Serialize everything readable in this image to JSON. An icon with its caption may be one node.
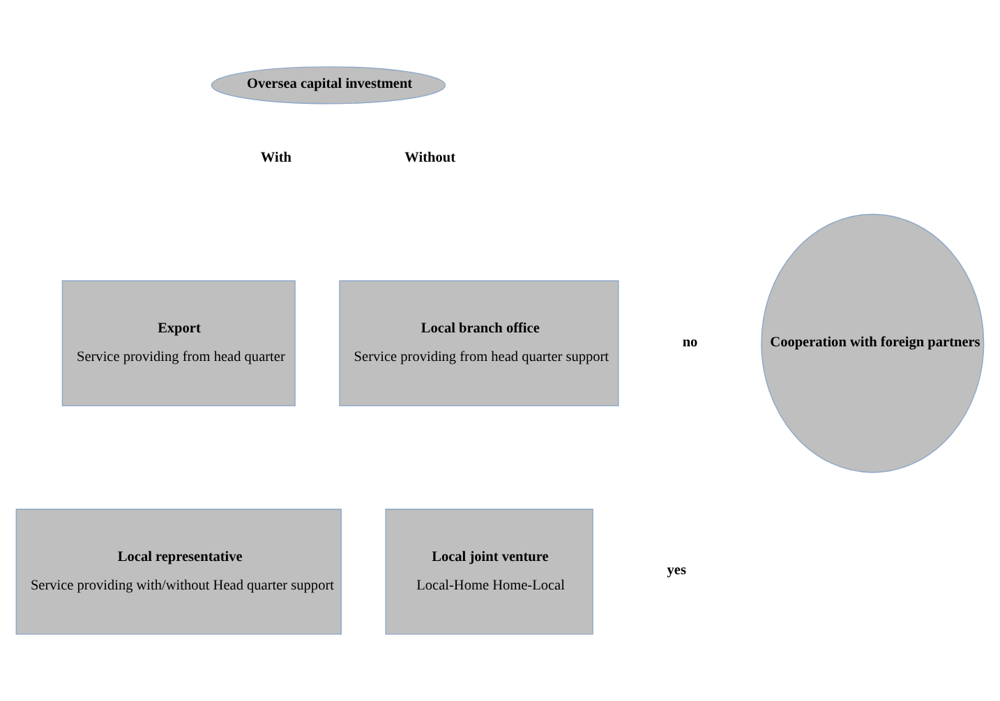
{
  "diagram": {
    "nodes": [
      {
        "text": [
          "Oversea capital investment"
        ]
      },
      {
        "text": [
          "Export",
          "Service providing from head quarter"
        ]
      },
      {
        "text": [
          "Local branch office",
          "Service providing from head quarter support"
        ]
      },
      {
        "text": [
          "Local representative",
          "Service providing with/without Head quarter support"
        ]
      },
      {
        "text": [
          "Local joint venture",
          "Local-Home Home-Local"
        ]
      },
      {
        "text": [
          "Cooperation with foreign partners"
        ]
      }
    ],
    "edges": [],
    "labels": [
      "With",
      "Without",
      "no",
      "yes"
    ]
  }
}
